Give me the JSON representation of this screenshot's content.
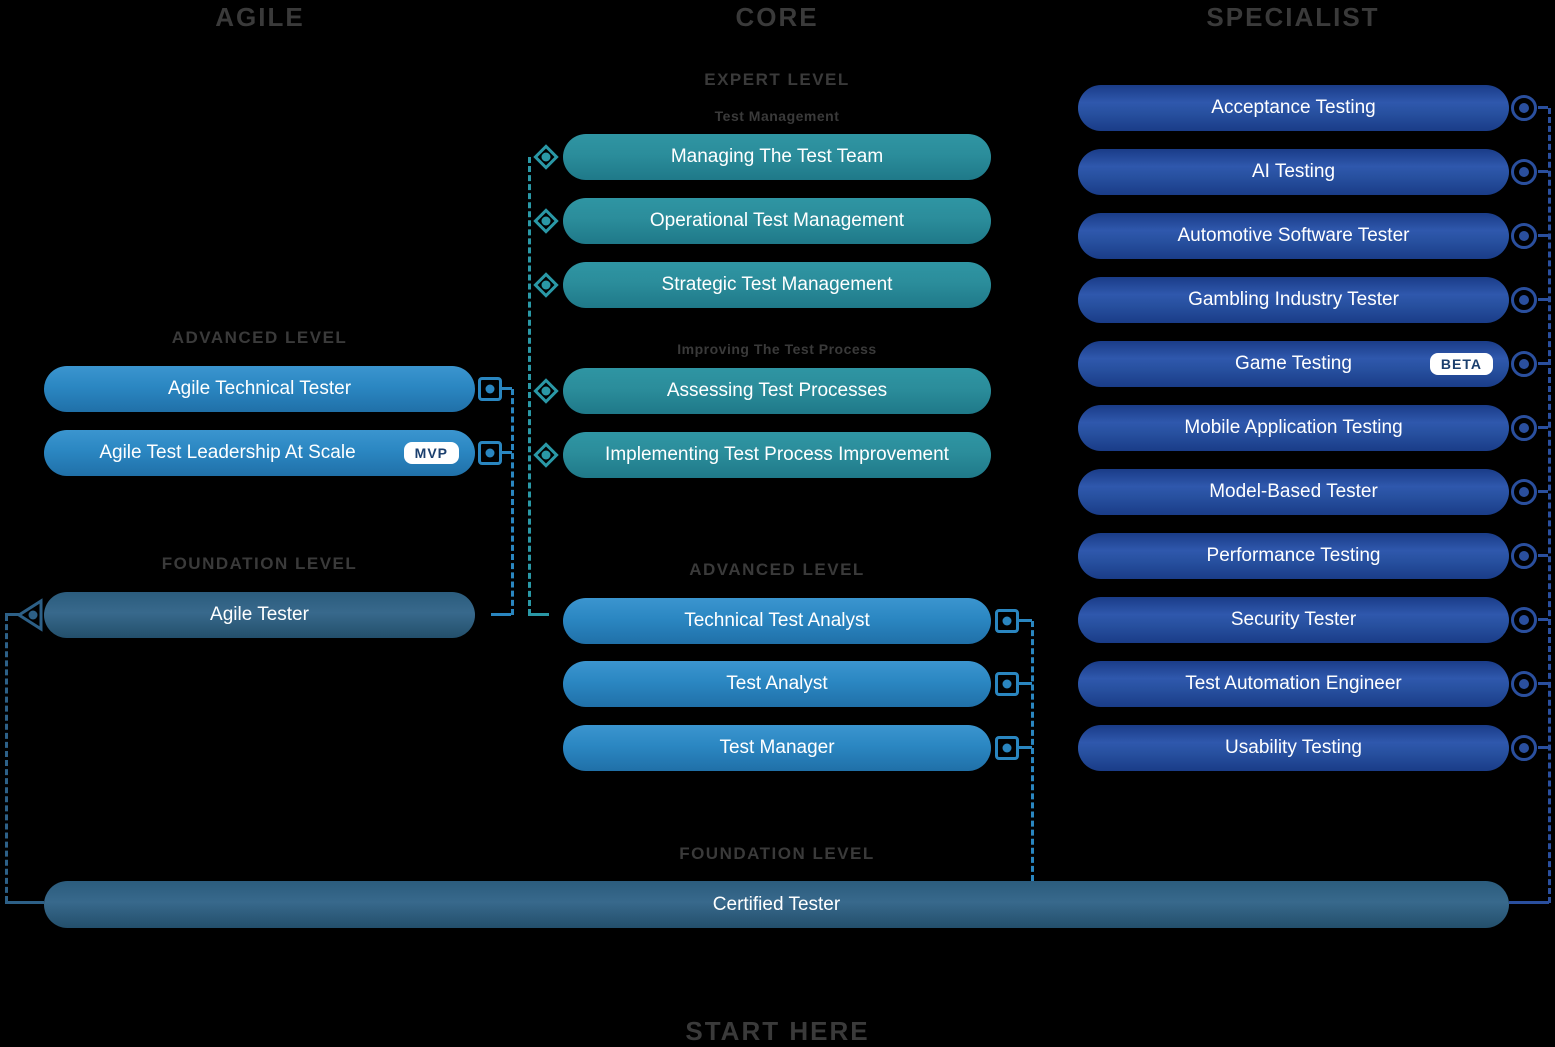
{
  "headers": {
    "agile": "AGILE",
    "core": "CORE",
    "specialist": "SPECIALIST"
  },
  "footer": {
    "start_here": "START HERE"
  },
  "levels": {
    "expert": "EXPERT LEVEL",
    "advanced": "ADVANCED LEVEL",
    "foundation": "FOUNDATION LEVEL"
  },
  "agile": {
    "advanced_pills": [
      {
        "label": "Agile Technical Tester"
      },
      {
        "label": "Agile Test Leadership At Scale",
        "badge": "MVP"
      }
    ],
    "foundation_pill": {
      "label": "Agile Tester"
    }
  },
  "core": {
    "expert_groups": [
      {
        "title": "Test Management",
        "pills": [
          {
            "label": "Managing The Test Team"
          },
          {
            "label": "Operational Test Management"
          },
          {
            "label": "Strategic Test Management"
          }
        ]
      },
      {
        "title": "Improving The Test Process",
        "pills": [
          {
            "label": "Assessing Test Processes"
          },
          {
            "label": "Implementing Test Process Improvement"
          }
        ]
      }
    ],
    "advanced_pills": [
      {
        "label": "Technical Test Analyst"
      },
      {
        "label": "Test Analyst"
      },
      {
        "label": "Test Manager"
      }
    ],
    "foundation_pill": {
      "label": "Certified Tester"
    }
  },
  "specialist": {
    "pills": [
      {
        "label": "Acceptance Testing"
      },
      {
        "label": "AI Testing"
      },
      {
        "label": "Automotive Software Tester"
      },
      {
        "label": "Gambling Industry Tester"
      },
      {
        "label": "Game Testing",
        "badge": "BETA"
      },
      {
        "label": "Mobile Application Testing"
      },
      {
        "label": "Model-Based Tester"
      },
      {
        "label": "Performance Testing"
      },
      {
        "label": "Security Tester"
      },
      {
        "label": "Test Automation Engineer"
      },
      {
        "label": "Usability Testing"
      }
    ]
  },
  "colors": {
    "teal_connector": "#2a98a6",
    "blue_connector": "#2a86c0",
    "navy_connector": "#2a4f9e",
    "steel_connector": "#2d6087",
    "heading_gray": "#3a3a3a"
  }
}
